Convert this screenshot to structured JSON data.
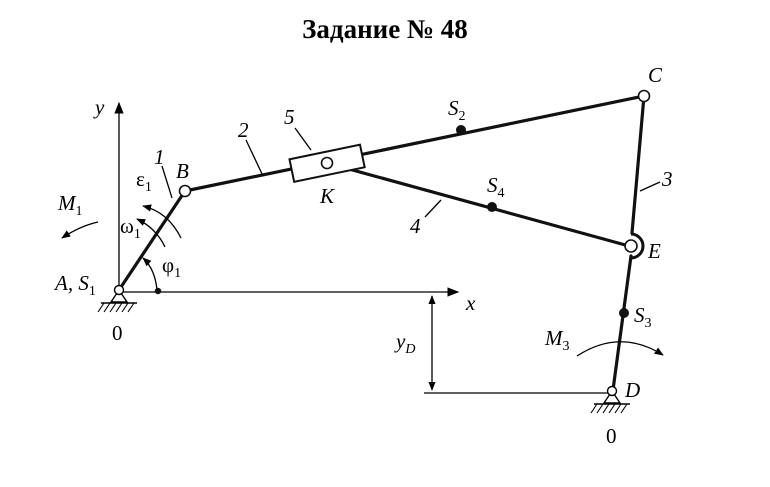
{
  "title": "Задание № 48",
  "labels": {
    "y_axis": "y",
    "x_axis": "x",
    "link1": "1",
    "link2": "2",
    "link3": "3",
    "link4": "4",
    "link5": "5",
    "B": "B",
    "C": "C",
    "D": "D",
    "E": "E",
    "K": "K",
    "A_S": "A, S",
    "A_S_sub": "1",
    "S2": "S",
    "S2_sub": "2",
    "S3": "S",
    "S3_sub": "3",
    "S4": "S",
    "S4_sub": "4",
    "M1": "M",
    "M1_sub": "1",
    "M3": "M",
    "M3_sub": "3",
    "eps1": "ε",
    "eps1_sub": "1",
    "omega1": "ω",
    "omega1_sub": "1",
    "phi1": "φ",
    "phi1_sub": "1",
    "yD": "y",
    "yD_sub": "D",
    "zero_A": "0",
    "zero_D": "0"
  }
}
